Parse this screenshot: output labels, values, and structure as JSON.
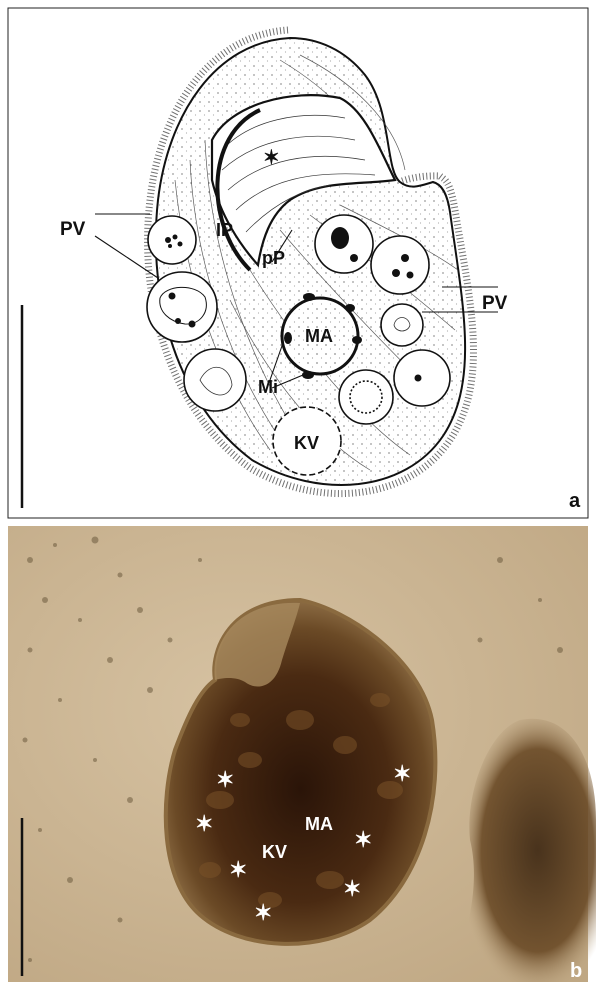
{
  "panel_a": {
    "letter": "a",
    "labels": {
      "pv_left": "PV",
      "pv_right": "PV",
      "ip": "IP",
      "pp": "pP",
      "ma": "MA",
      "mi": "Mi",
      "kv": "KV"
    }
  },
  "panel_b": {
    "letter": "b",
    "labels": {
      "ma": "MA",
      "kv": "KV"
    }
  },
  "colors": {
    "drawing_stroke": "#111111",
    "photo_background": "#c9b394",
    "cell_dark": "#3a200e",
    "label_white": "#ffffff"
  }
}
